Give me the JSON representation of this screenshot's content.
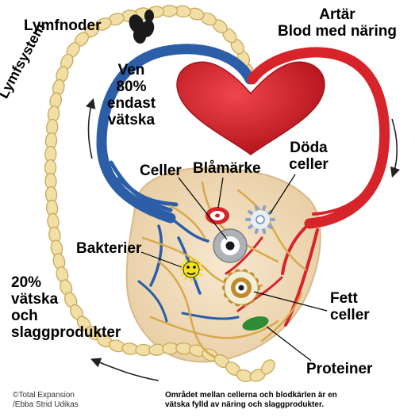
{
  "labels": {
    "lymfnoder": "Lymfnoder",
    "lymfsystem": "Lymfsystem",
    "artar_line1": "Artär",
    "artar_line2": "Blod med näring",
    "ven_line1": "Ven",
    "ven_line2": "80%",
    "ven_line3": "endast",
    "ven_line4": "vätska",
    "celler": "Celler",
    "blamarke": "Blåmärke",
    "doda_line1": "Döda",
    "doda_line2": "celler",
    "bakterier": "Bakterier",
    "fett_line1": "Fett",
    "fett_line2": "celler",
    "proteiner": "Proteiner",
    "lymph_line1": "20%",
    "lymph_line2": "vätska",
    "lymph_line3": "och",
    "lymph_line4": "slaggprodukter"
  },
  "credit": {
    "line1": "©Total Expansion",
    "line2": "/Ebba Strid Udikas"
  },
  "caption": {
    "line1": "Området mellan cellerna och blodkärlen är en",
    "line2": "vätska fylld av näring och slaggprodukter."
  },
  "colors": {
    "artery": "#d7232a",
    "vein": "#2c5ea8",
    "lymph": "#f1dfa5",
    "lymph_outline": "#c9a95a",
    "tissue": "#f3dfc0",
    "capillary": "#d9a84c",
    "heart": "#d8202b",
    "node": "#1a1a1a",
    "protein": "#2f8c34",
    "bacteria": "#f2e21a"
  }
}
